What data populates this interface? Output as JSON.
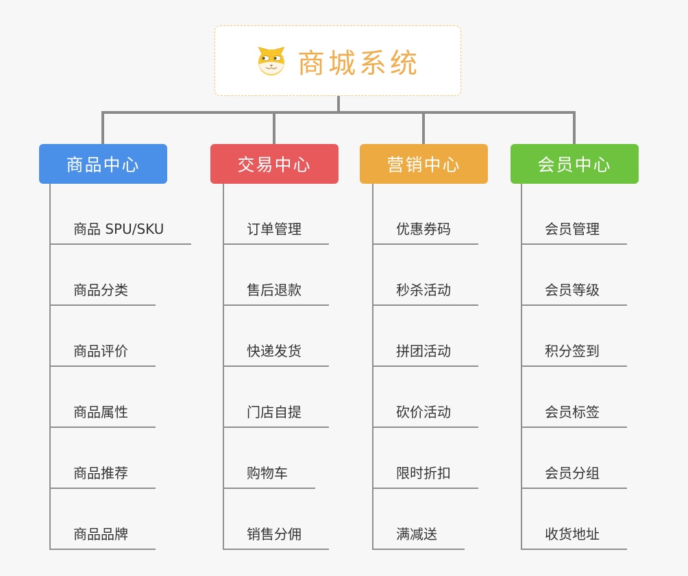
{
  "canvas": {
    "background": "#f7f7f7",
    "connector_color": "#8a8a8a"
  },
  "root": {
    "title": "商城系统",
    "icon": "doge-icon",
    "text_color": "#f0ad4e",
    "border_color": "#f2c573"
  },
  "branches": [
    {
      "label": "商品中心",
      "color": "#4a90e8",
      "children": [
        "商品 SPU/SKU",
        "商品分类",
        "商品评价",
        "商品属性",
        "商品推荐",
        "商品品牌"
      ]
    },
    {
      "label": "交易中心",
      "color": "#e7595a",
      "children": [
        "订单管理",
        "售后退款",
        "快递发货",
        "门店自提",
        "购物车",
        "销售分佣"
      ]
    },
    {
      "label": "营销中心",
      "color": "#ecaa40",
      "children": [
        "优惠券码",
        "秒杀活动",
        "拼团活动",
        "砍价活动",
        "限时折扣",
        "满减送"
      ]
    },
    {
      "label": "会员中心",
      "color": "#6dc23e",
      "children": [
        "会员管理",
        "会员等级",
        "积分签到",
        "会员标签",
        "会员分组",
        "收货地址"
      ]
    }
  ]
}
